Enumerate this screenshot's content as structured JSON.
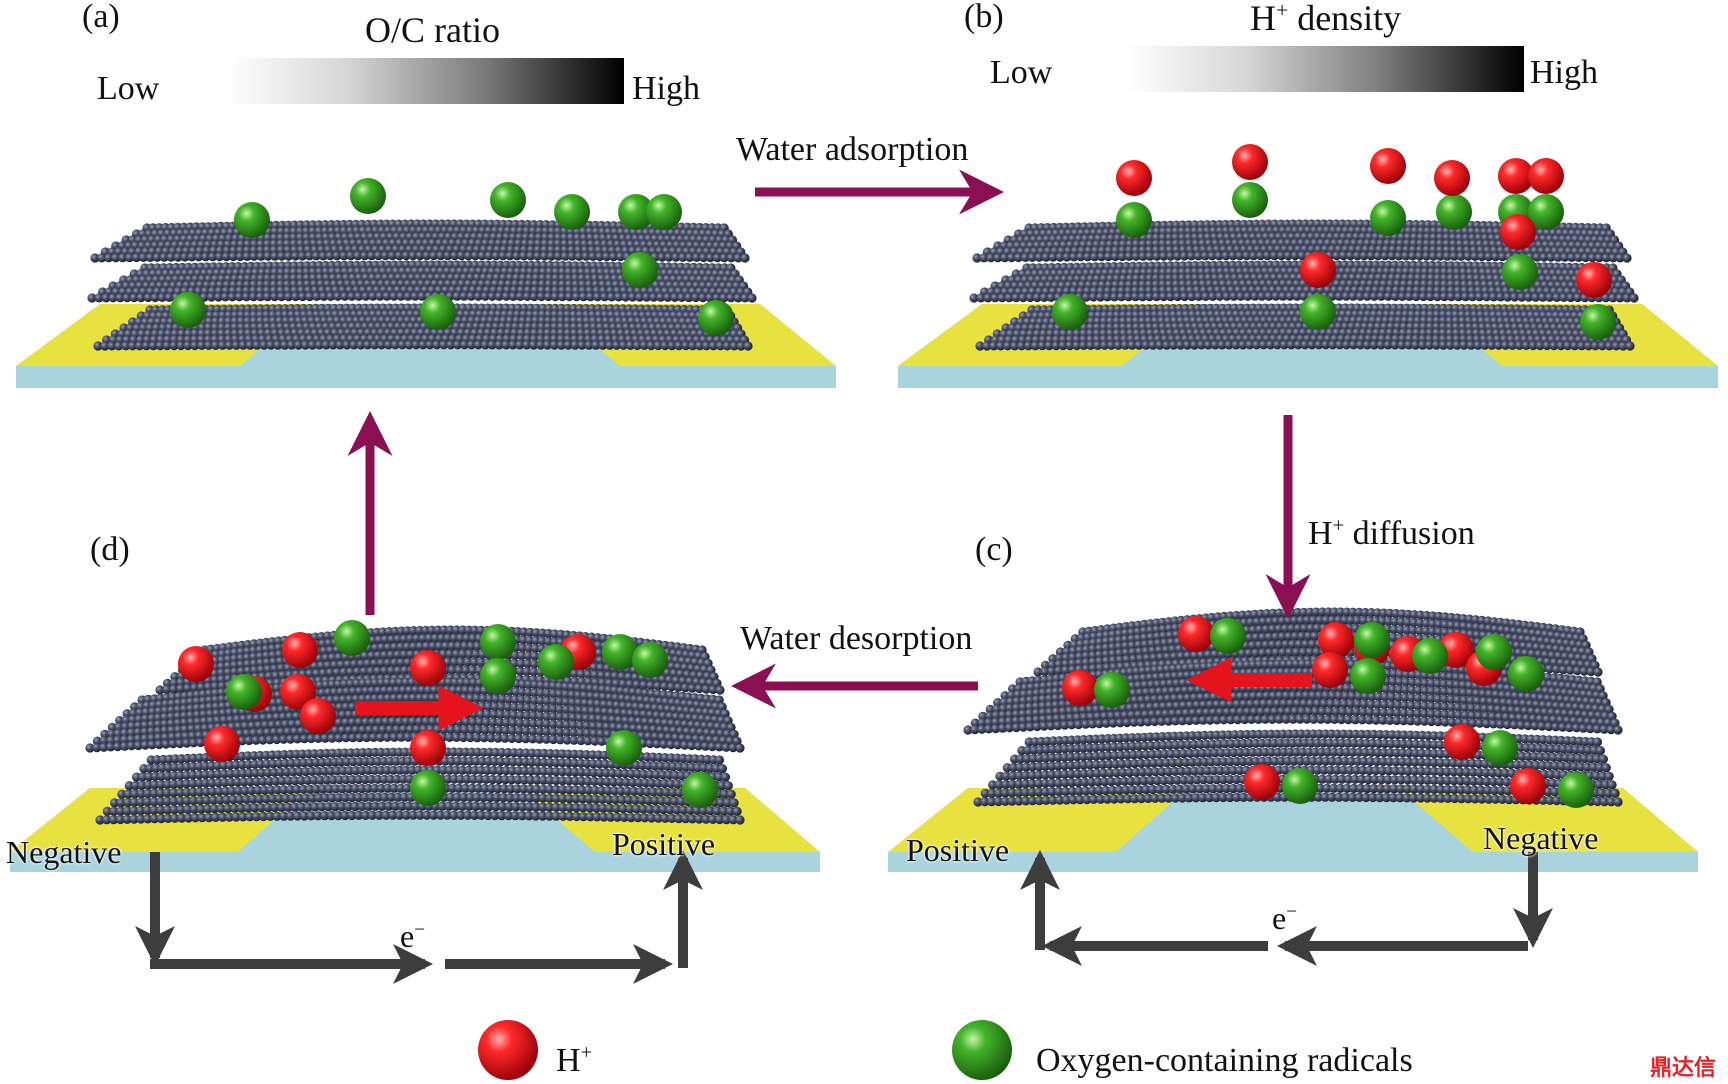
{
  "panels": {
    "a": {
      "letter": "(a)"
    },
    "b": {
      "letter": "(b)"
    },
    "c": {
      "letter": "(c)"
    },
    "d": {
      "letter": "(d)"
    }
  },
  "scales": {
    "oc": {
      "title": "O/C ratio",
      "low": "Low",
      "high": "High"
    },
    "h": {
      "title_main": "H",
      "title_sup": "+",
      "title_rest": " density",
      "low": "Low",
      "high": "High"
    }
  },
  "processes": {
    "water_adsorption": "Water adsorption",
    "h_diffusion_main": "H",
    "h_diffusion_sup": "+",
    "h_diffusion_rest": " diffusion",
    "water_desorption": "Water desorption"
  },
  "electrodes": {
    "d_left": "Negative",
    "d_right": "Positive",
    "c_left": "Positive",
    "c_right": "Negative"
  },
  "electron": {
    "main": "e",
    "sup": "−"
  },
  "legend": {
    "h_main": "H",
    "h_sup": "+",
    "oxygen": "Oxygen-containing radicals"
  },
  "watermark": "鼎达信",
  "colors": {
    "process_arrow": "#8a1053",
    "gold_electrode": "#e7e23f",
    "substrate": "#a9d4de",
    "carbon": "#3f4458",
    "proton": "#e8121b",
    "oxygen_radical": "#2f9a1c",
    "red_arrow": "#e5141c",
    "circuit_arrow": "#3d3d3d"
  },
  "icons": {
    "proton": "red-sphere-icon",
    "radical": "green-sphere-icon"
  }
}
